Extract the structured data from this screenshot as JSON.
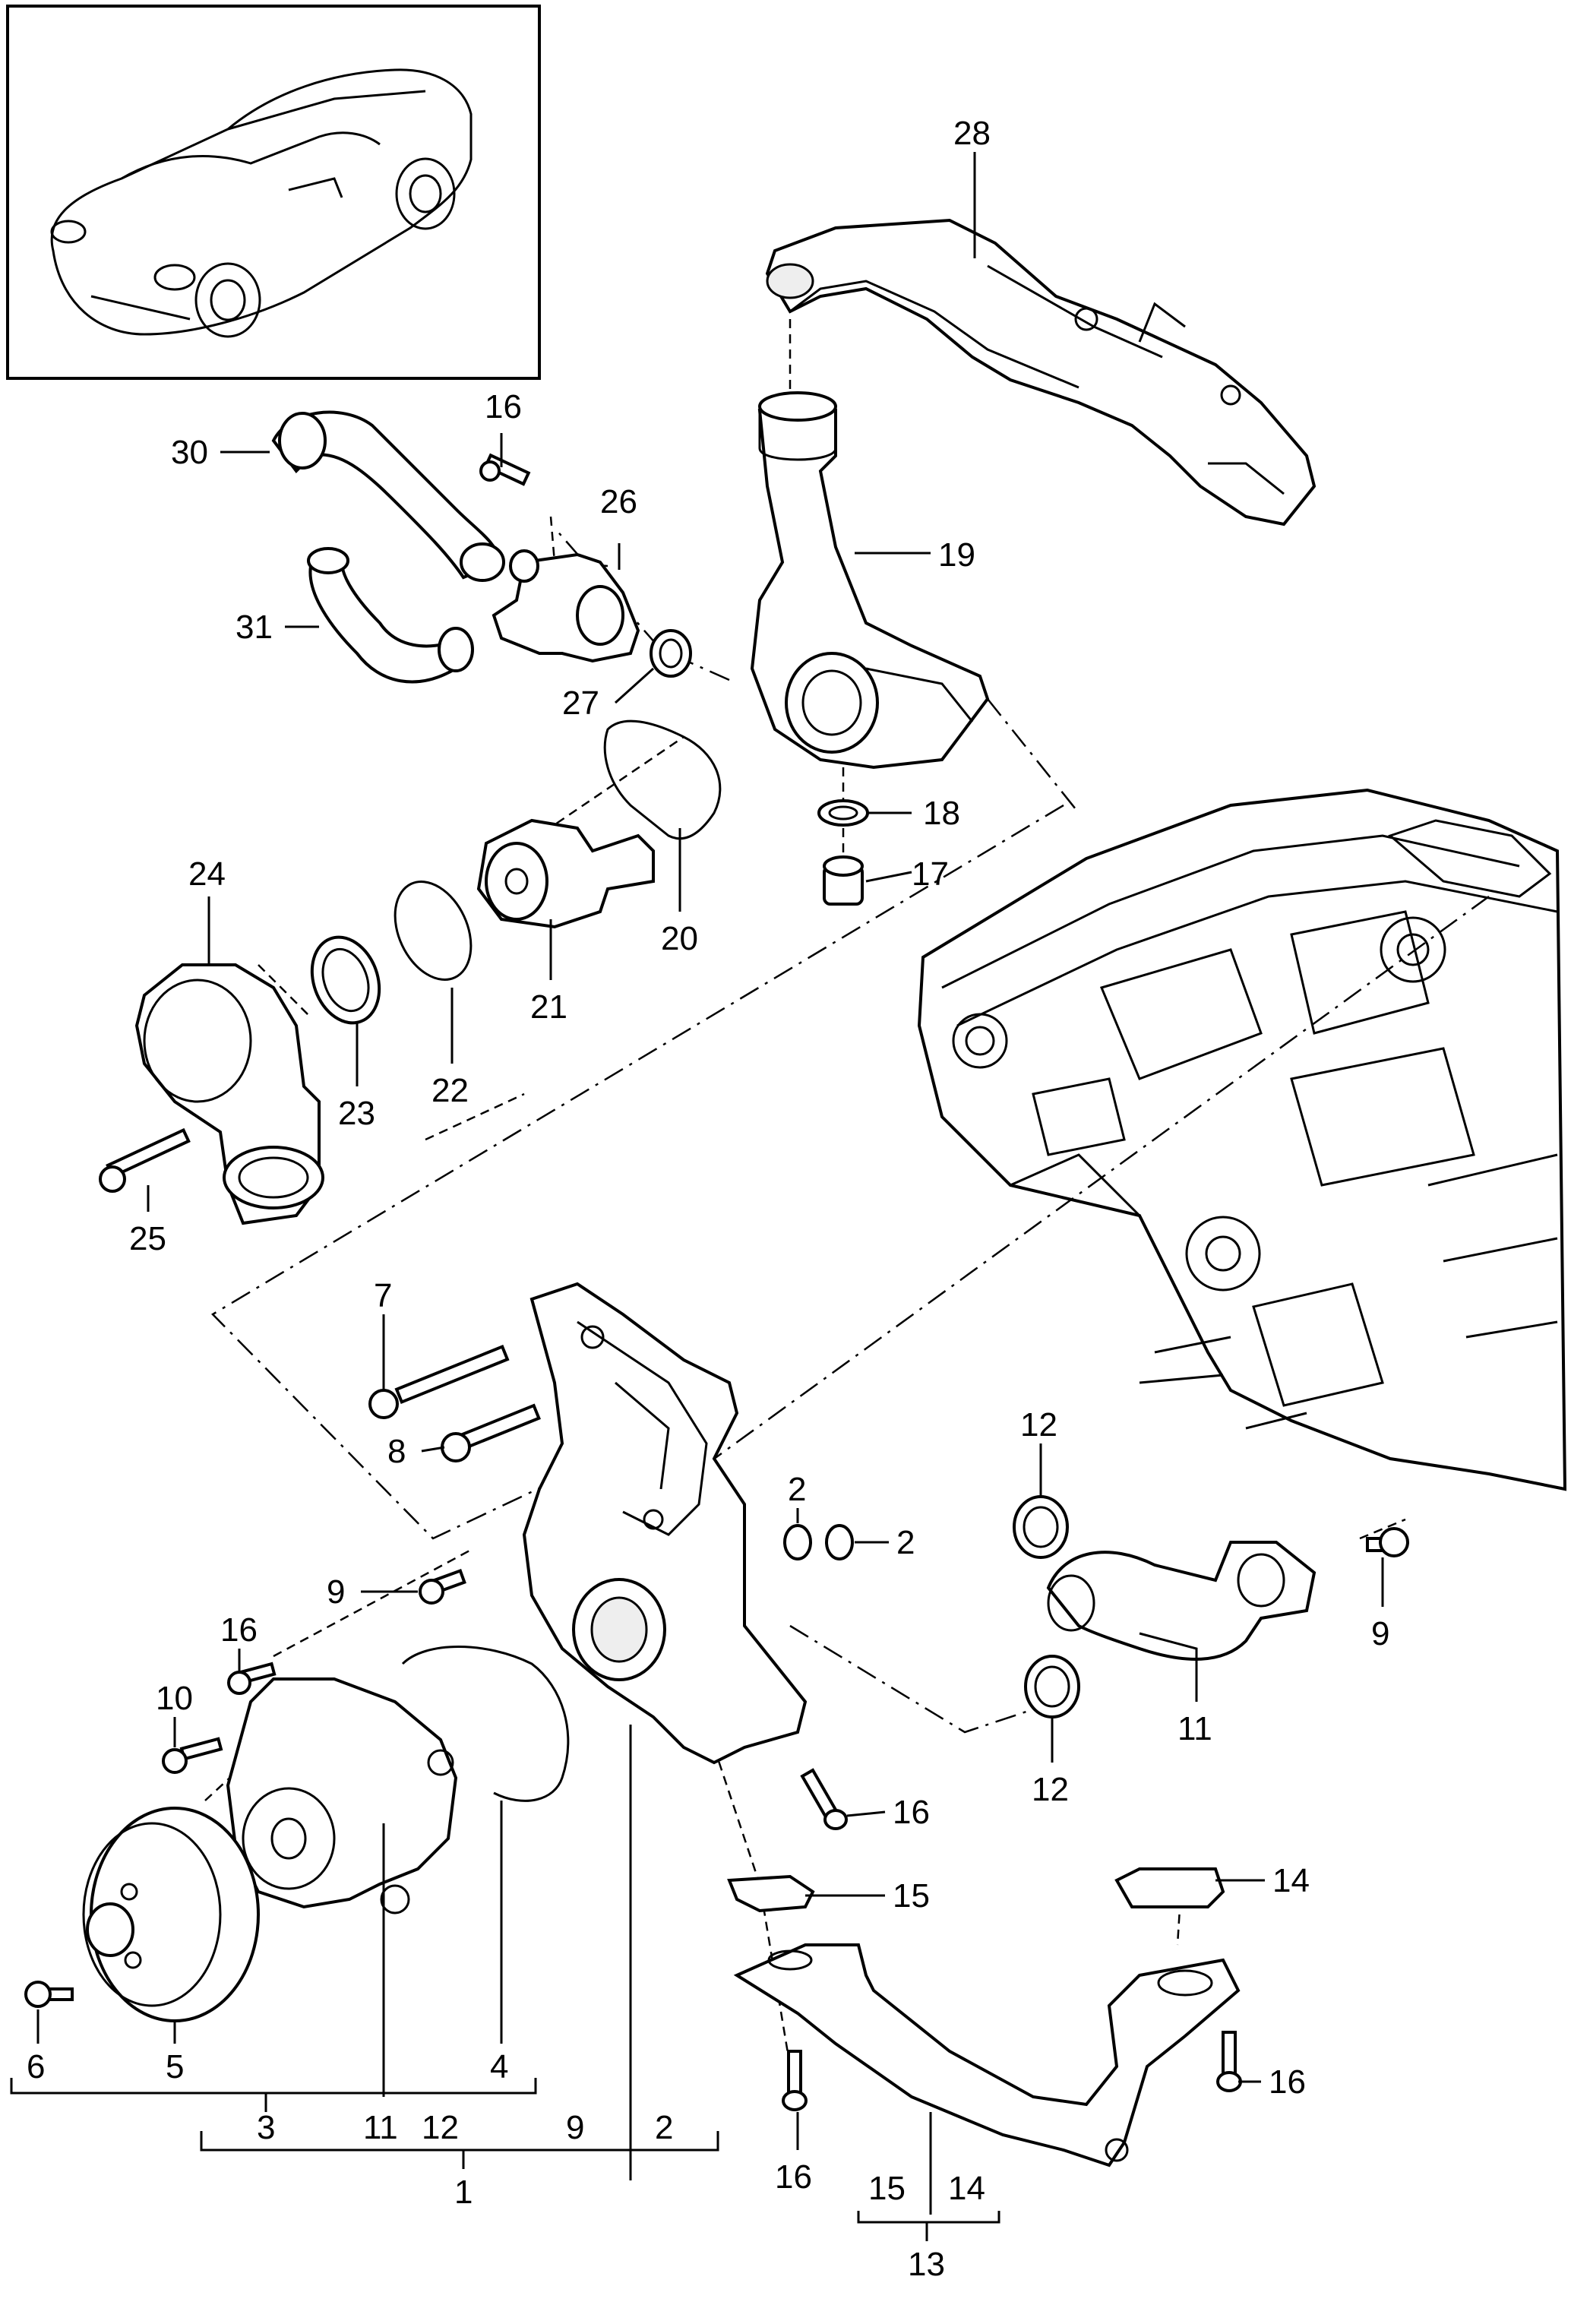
{
  "callouts": {
    "c28": "28",
    "c16a": "16",
    "c26": "26",
    "c30": "30",
    "c19": "19",
    "c31": "31",
    "c27": "27",
    "c18": "18",
    "c17": "17",
    "c24": "24",
    "c20": "20",
    "c21": "21",
    "c22": "22",
    "c23": "23",
    "c25": "25",
    "c7": "7",
    "c8": "8",
    "c2a": "2",
    "c2b": "2",
    "c12a": "12",
    "c9a": "9",
    "c9b": "9",
    "c16b": "16",
    "c10": "10",
    "c11a": "11",
    "c12b": "12",
    "c16c": "16",
    "c15a": "15",
    "c14a": "14",
    "c16d": "16",
    "c16e": "16",
    "c6": "6",
    "c5": "5",
    "c4": "4"
  },
  "groups": {
    "g3": {
      "label": "3"
    },
    "g1": {
      "label": "1",
      "members": [
        "3",
        "11",
        "12",
        "9",
        "2"
      ]
    },
    "g13": {
      "label": "13",
      "members": [
        "15",
        "14"
      ]
    }
  },
  "colors": {
    "line": "#000000",
    "background": "#ffffff"
  }
}
